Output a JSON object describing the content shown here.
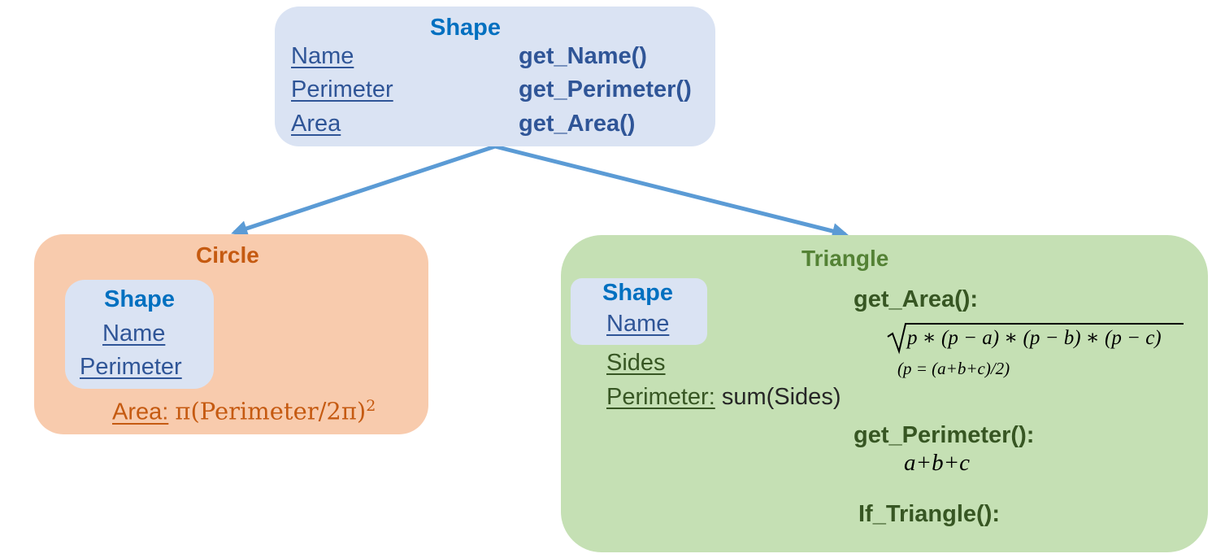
{
  "shape": {
    "title": "Shape",
    "fields": [
      "Name",
      "Perimeter",
      "Area"
    ],
    "methods": [
      "get_Name()",
      "get_Perimeter()",
      "get_Area()"
    ]
  },
  "circle": {
    "title": "Circle",
    "inner_title": "Shape",
    "inner_fields": [
      "Name",
      "Perimeter"
    ],
    "area_label": "Area:",
    "area_formula": "π(Perimeter/2π)"
  },
  "triangle": {
    "title": "Triangle",
    "inner_title": "Shape",
    "inner_field": "Name",
    "sides_label": "Sides",
    "perimeter_label": "Perimeter:",
    "perimeter_value": "sum(Sides)",
    "get_area_label": "get_Area():",
    "area_formula": "p ∗ (p − a) ∗ (p − b) ∗ (p − c)",
    "area_note": "(p = (a+b+c)/2)",
    "get_perimeter_label": "get_Perimeter():",
    "perimeter_formula": "a+b+c",
    "if_triangle_label": "If_Triangle():"
  },
  "colors": {
    "shape_bg": "#dae3f3",
    "circle_bg": "#f8cbad",
    "triangle_bg": "#c5e0b4",
    "arrow": "#5b9bd5"
  }
}
